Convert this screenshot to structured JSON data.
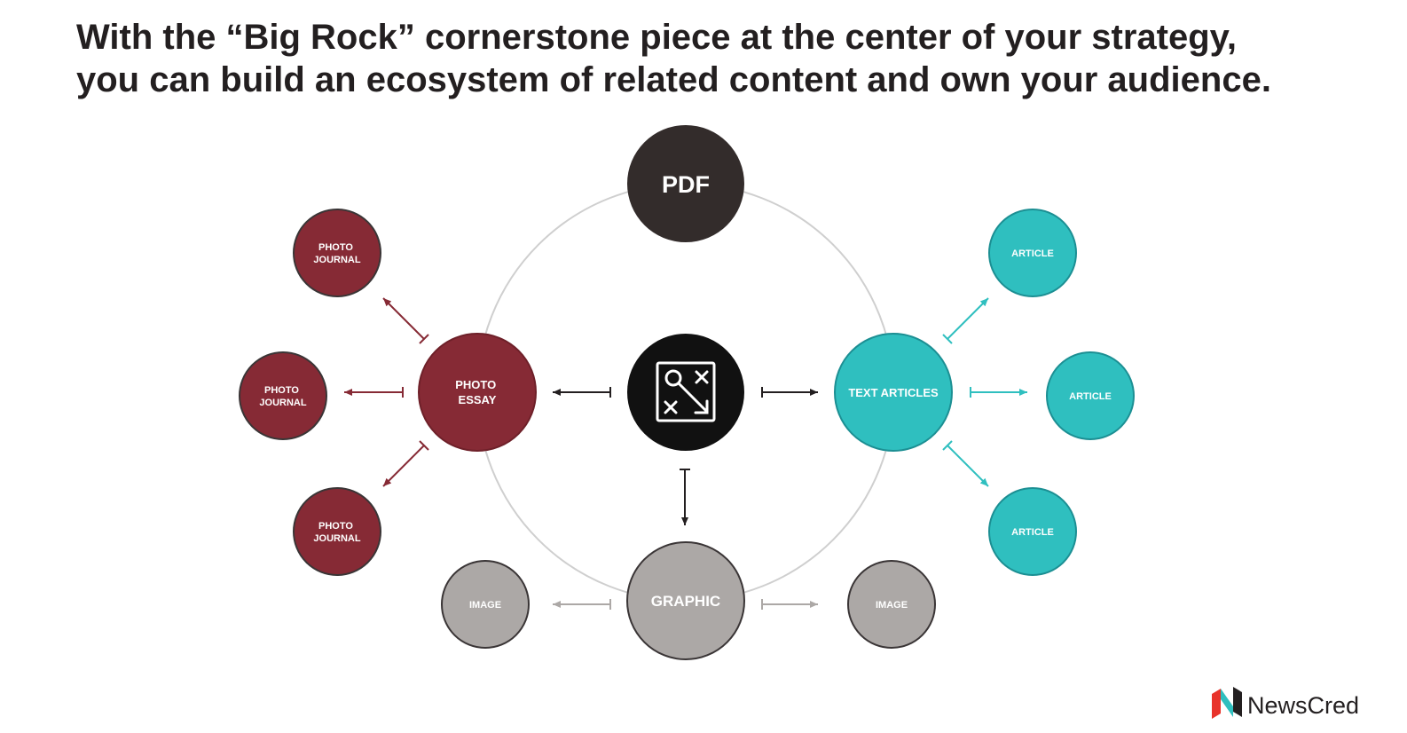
{
  "headline": {
    "line1": "With the “Big Rock” cornerstone piece at the center of your strategy,",
    "line2": "you can build an ecosystem of related content and own your audience."
  },
  "nodes": {
    "pdf": "PDF",
    "center_icon": "strategy-playbook-icon",
    "photo_essay": [
      "PHOTO",
      "ESSAY"
    ],
    "text_articles": "TEXT ARTICLES",
    "graphic": "GRAPHIC",
    "photo_journal_top": [
      "PHOTO",
      "JOURNAL"
    ],
    "photo_journal_mid": [
      "PHOTO",
      "JOURNAL"
    ],
    "photo_journal_bottom": [
      "PHOTO",
      "JOURNAL"
    ],
    "article_top": "ARTICLE",
    "article_mid": "ARTICLE",
    "article_bottom": "ARTICLE",
    "image_left": "IMAGE",
    "image_right": "IMAGE"
  },
  "brand": {
    "name": "NewsCred",
    "logo_icon": "newscred-logo-icon"
  },
  "colors": {
    "dark": "#332c2b",
    "black": "#111111",
    "maroon": "#862a35",
    "teal": "#2fbfbf",
    "gray": "#aca8a6",
    "ring": "#cfcfcf"
  }
}
